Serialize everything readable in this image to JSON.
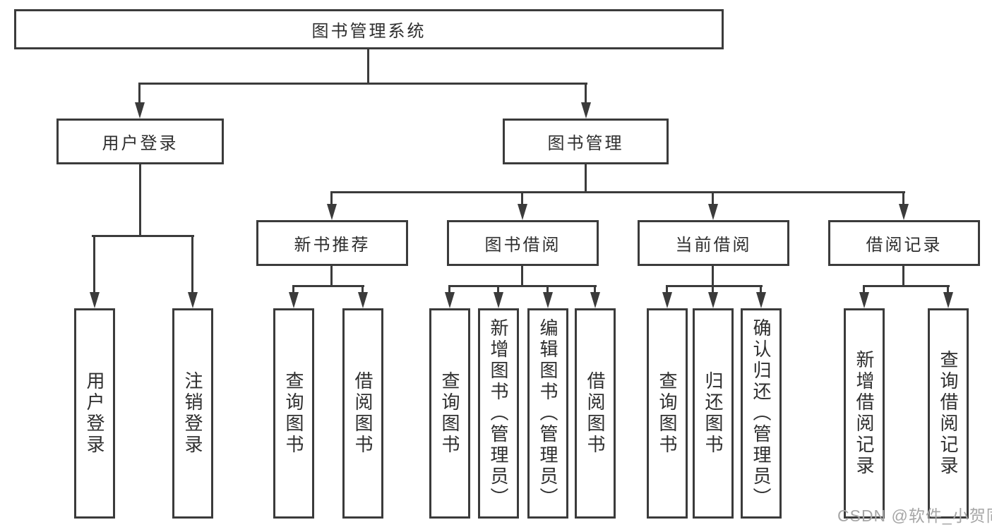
{
  "tree": {
    "root": {
      "label": "图书管理系统",
      "children": [
        {
          "label": "用户登录",
          "children": [
            {
              "label": "用户登录"
            },
            {
              "label": "注销登录"
            }
          ]
        },
        {
          "label": "图书管理",
          "children": [
            {
              "label": "新书推荐",
              "children": [
                {
                  "label": "查询图书"
                },
                {
                  "label": "借阅图书"
                }
              ]
            },
            {
              "label": "图书借阅",
              "children": [
                {
                  "label": "查询图书"
                },
                {
                  "label": "新增图书（管理员）"
                },
                {
                  "label": "编辑图书（管理员）"
                },
                {
                  "label": "借阅图书"
                }
              ]
            },
            {
              "label": "当前借阅",
              "children": [
                {
                  "label": "查询图书"
                },
                {
                  "label": "归还图书"
                },
                {
                  "label": "确认归还（管理员）"
                }
              ]
            },
            {
              "label": "借阅记录",
              "children": [
                {
                  "label": "新增借阅记录"
                },
                {
                  "label": "查询借阅记录"
                }
              ]
            }
          ]
        }
      ]
    }
  },
  "watermark": {
    "text": "CSDN @软件_小贺同学"
  },
  "colors": {
    "line": "#3b3b3b",
    "text": "#2e2e2e",
    "box_bg": "#ffffff",
    "background": "#ffffff",
    "watermark": "#a6a6a6"
  }
}
